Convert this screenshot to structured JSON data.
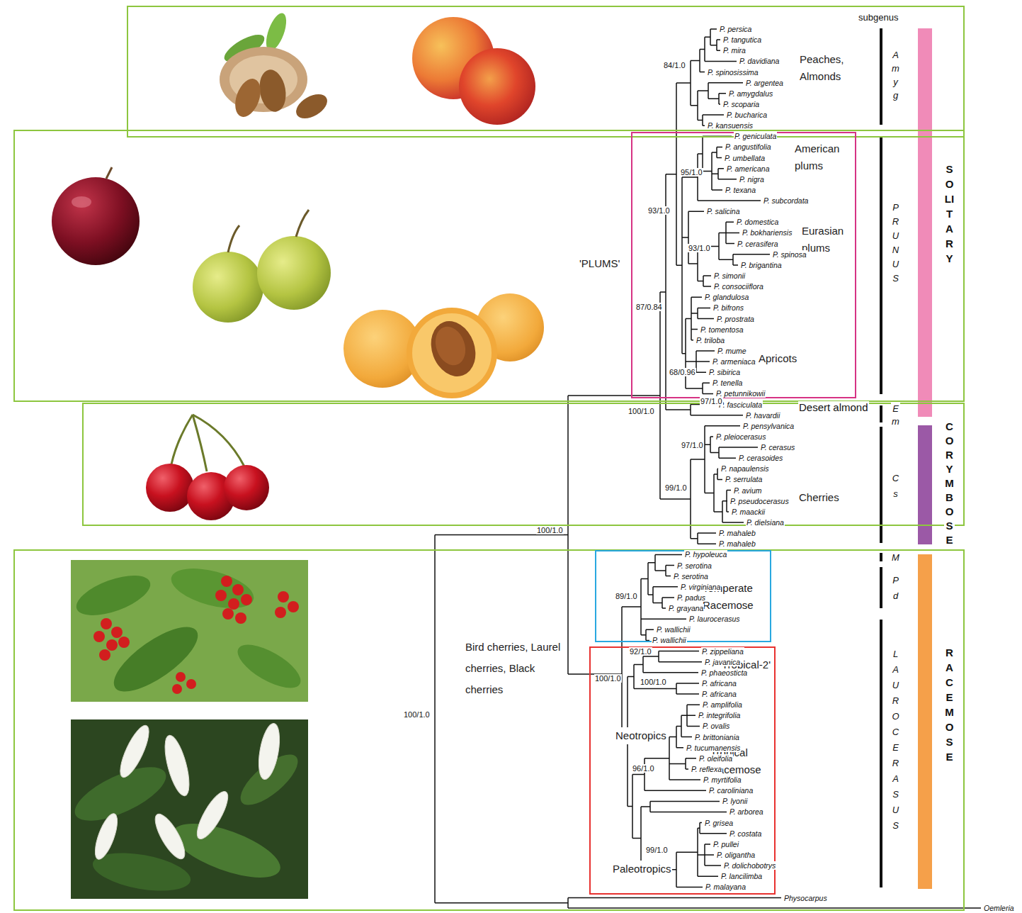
{
  "diagram": {
    "nodes": [
      {
        "text": [
          "Peaches, Almonds"
        ]
      },
      {
        "text": [
          "'PLUMS'"
        ]
      },
      {
        "text": [
          "American plums",
          "Eurasian plums",
          "Apricots"
        ],
        "in": 1
      },
      {
        "text": [
          "Cherries"
        ]
      },
      {
        "text": [
          "Bird cherries, Laurel cherries, Black cherries"
        ]
      },
      {
        "text": [
          "Temperate Racemose"
        ],
        "in": 4
      },
      {
        "text": [
          "Tropical Racemose",
          "'Tropical-2'",
          "Neotropics",
          "Paleotropics"
        ],
        "in": 4
      }
    ],
    "labels": [
      "P. persica",
      "P. tangutica",
      "P. mira",
      "P. davidiana",
      "P. spinosissima",
      "P. argentea",
      "P. amygdalus",
      "P. scoparia",
      "P. bucharica",
      "P. kansuensis",
      "P. geniculata",
      "P. angustifolia",
      "P. umbellata",
      "P. americana",
      "P. nigra",
      "P. texana",
      "P. subcordata",
      "P. salicina",
      "P. domestica",
      "P. bokhariensis",
      "P. cerasifera",
      "P. spinosa",
      "P. brigantina",
      "P. simonii",
      "P. consociiflora",
      "P. glandulosa",
      "P. bifrons",
      "P. prostrata",
      "P. tomentosa",
      "P. triloba",
      "P. mume",
      "P. armeniaca",
      "P. sibirica",
      "P. tenella",
      "P. petunnikowii",
      "P. fasciculata",
      "P. havardii",
      "P. pensylvanica",
      "P. pleiocerasus",
      "P. cerasus",
      "P. cerasoides",
      "P. napaulensis",
      "P. serrulata",
      "P. avium",
      "P. pseudocerasus",
      "P. maackii",
      "P. dielsiana",
      "P. mahaleb",
      "P. mahaleb",
      "P. hypoleuca",
      "P. serotina",
      "P. serotina",
      "P. virginiana",
      "P. padus",
      "P. grayana",
      "P. laurocerasus",
      "P. wallichii",
      "P. wallichii",
      "P. zippeliana",
      "P. javanica",
      "P. phaeosticta",
      "P. africana",
      "P. africana",
      "P. amplifolia",
      "P. integrifolia",
      "P. ovalis",
      "P. brittoniania",
      "P. tucumanensis",
      "P. oleifolia",
      "P. reflexa",
      "P. myrtifolia",
      "P. caroliniana",
      "P. lyonii",
      "P. arborea",
      "P. grisea",
      "P. costata",
      "P. pullei",
      "P. oligantha",
      "P. dolichobotrys",
      "P. lancilimba",
      "P. malayana",
      "Physocarpus",
      "Oemleria",
      "Desert almond",
      "subgenus",
      "Amyg",
      "PRUNUS",
      "Em",
      "Cs",
      "M",
      "Pd",
      "LAUROCERASUS",
      "SOLITARY",
      "CORYMBOSE",
      "RACEMOSE",
      "84/1.0",
      "95/1.0",
      "93/1.0",
      "93/1.0",
      "87/0.84",
      "68/0.96",
      "97/1.0",
      "100/1.0",
      "97/1.0",
      "99/1.0",
      "100/1.0",
      "100/1.0",
      "89/1.0",
      "92/1.0",
      "100/1.0",
      "100/1.0",
      "96/1.0",
      "99/1.0"
    ]
  }
}
